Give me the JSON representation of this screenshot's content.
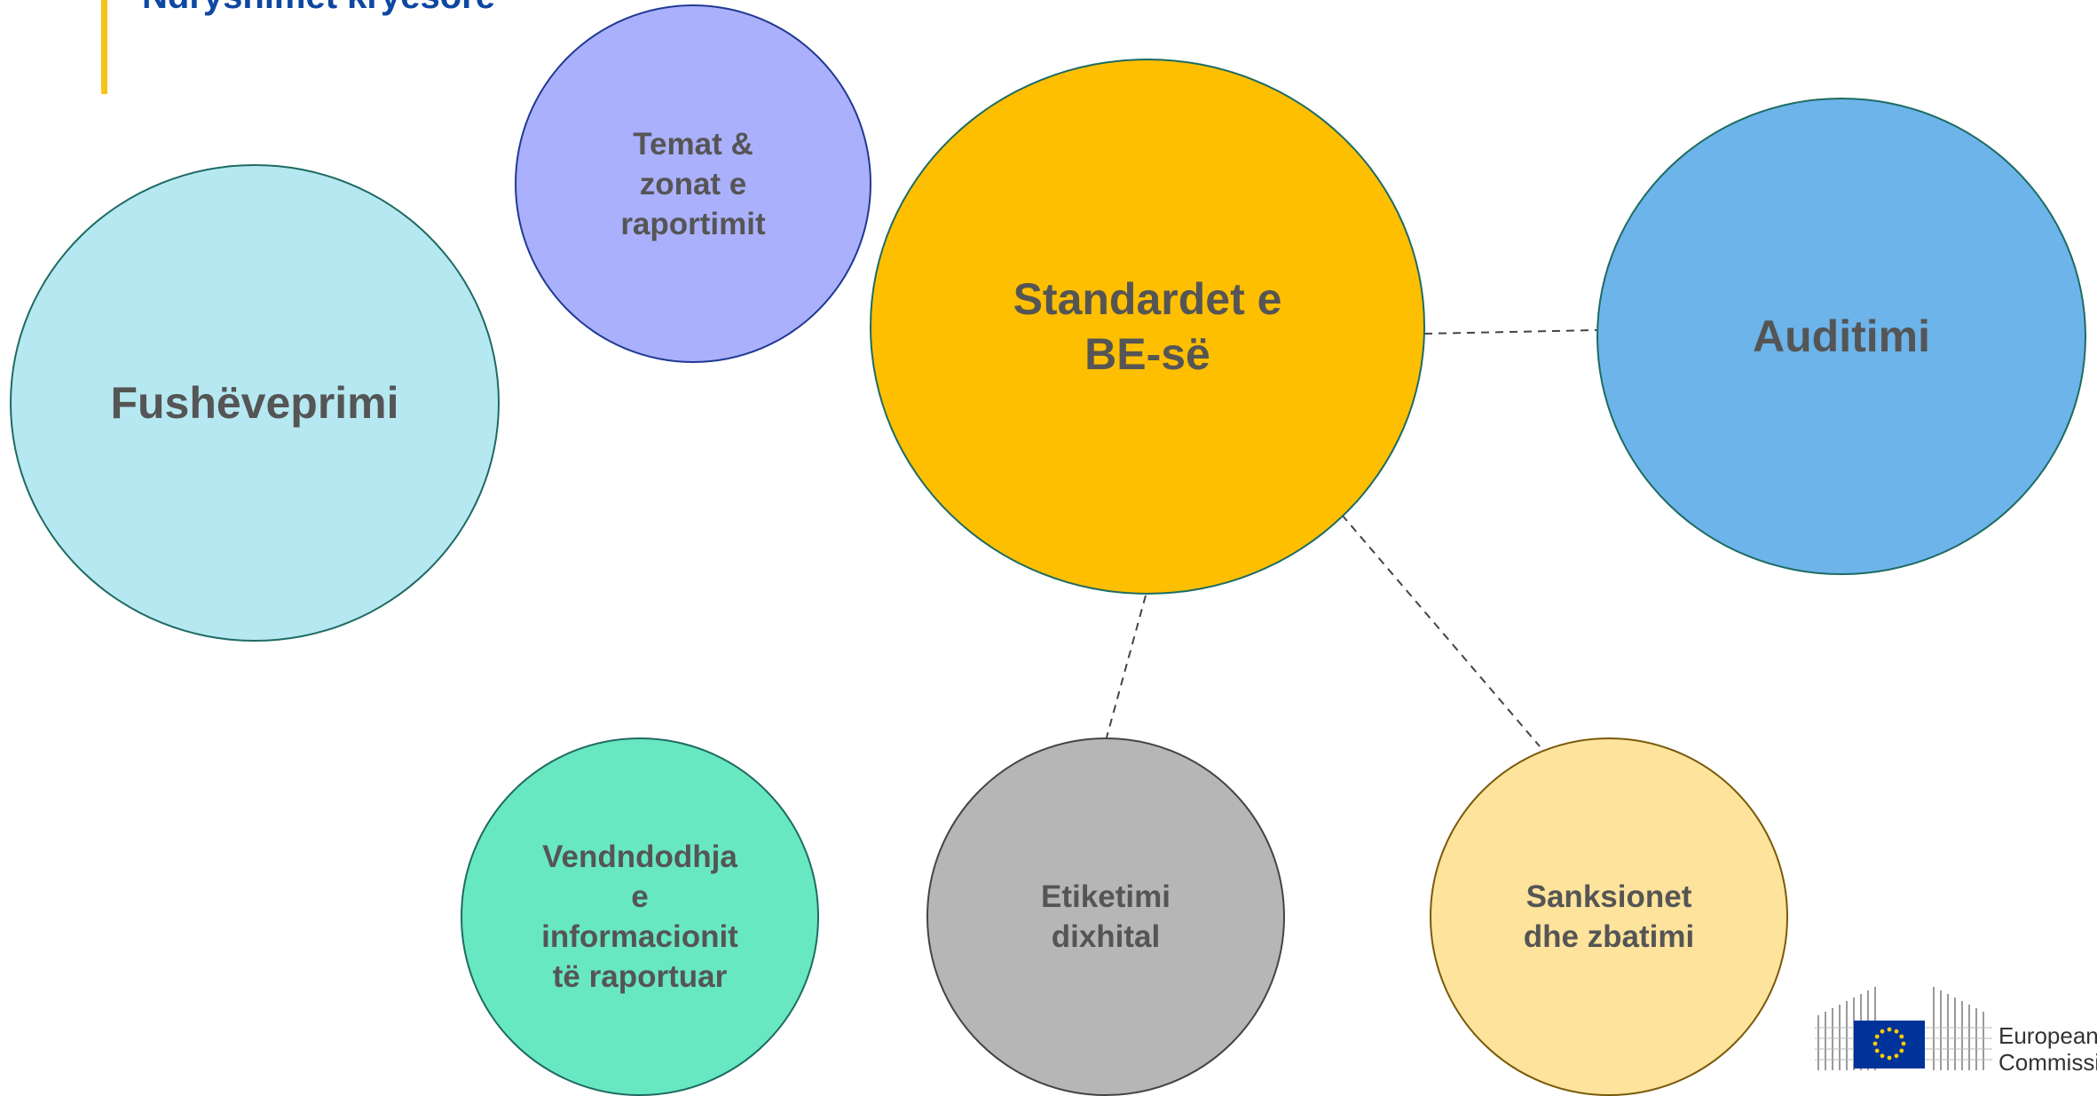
{
  "title": "Ndryshimet kryesore",
  "colors": {
    "title": "#0e47a1",
    "accent_bar": "#f5c518",
    "label_text": "#555555"
  },
  "bubbles": {
    "scope": {
      "label": "Fushëveprimi",
      "fill": "#b6e8f1"
    },
    "topics": {
      "label": "Temat &\nzonat e\nraportimit",
      "fill": "#aab0fb"
    },
    "standards": {
      "label": "Standardet e\nBE-së",
      "fill": "#fdbf00"
    },
    "audit": {
      "label": "Auditimi",
      "fill": "#6cb4ea"
    },
    "location": {
      "label": "Vendndodhja\ne\ninformacionit\ntë raportuar",
      "fill": "#68e8c0"
    },
    "labelling": {
      "label": "Etiketimi\ndixhital",
      "fill": "#b6b6b6"
    },
    "sanctions": {
      "label": "Sanksionet\ndhe zbatimi",
      "fill": "#fde39b"
    }
  },
  "connections": [
    {
      "from": "standards",
      "to": "audit"
    },
    {
      "from": "standards",
      "to": "labelling"
    },
    {
      "from": "standards",
      "to": "sanctions"
    }
  ],
  "logo": {
    "line1": "European",
    "line2": "Commission",
    "icon": "eu-flag-icon"
  }
}
